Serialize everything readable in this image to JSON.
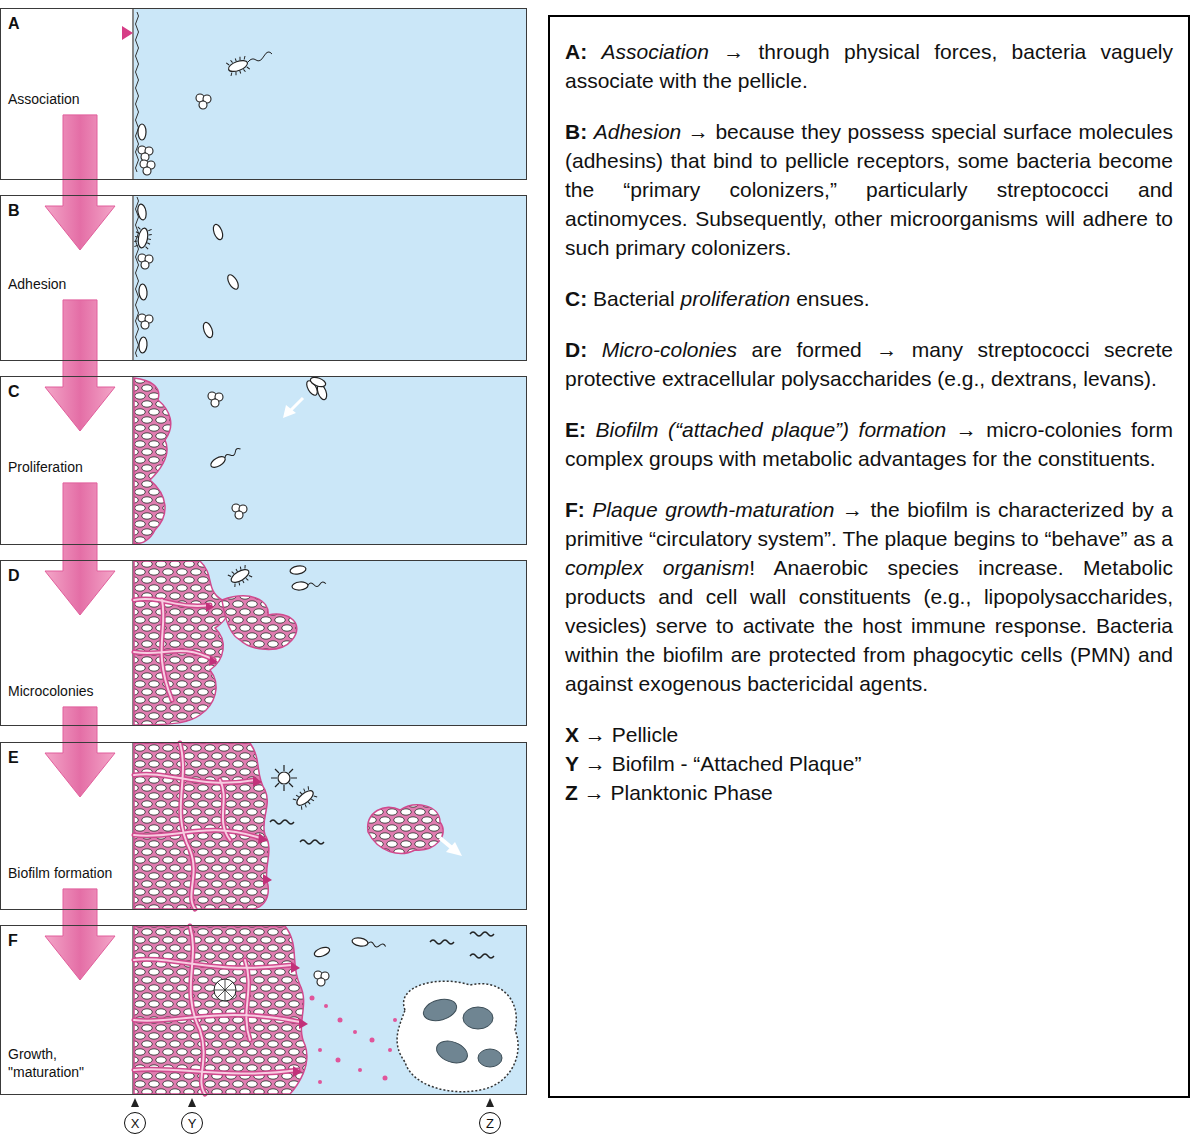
{
  "diagram": {
    "nodes": [
      {
        "text": [
          "A",
          "Association"
        ]
      },
      {
        "text": [
          "B",
          "Adhesion"
        ]
      },
      {
        "text": [
          "C",
          "Proliferation"
        ]
      },
      {
        "text": [
          "D",
          "Microcolonies"
        ]
      },
      {
        "text": [
          "E",
          "Biofilm formation"
        ]
      },
      {
        "text": [
          "F",
          "Growth, \"maturation\""
        ]
      },
      {
        "text": [
          "X"
        ]
      },
      {
        "text": [
          "Y"
        ]
      },
      {
        "text": [
          "Z"
        ]
      },
      {
        "text": [
          "A:",
          "Association",
          "→ through physical forces, bacteria vaguely associate with the pellicle.",
          "B:",
          "Adhesion",
          "→ because they possess special surface molecules (adhesins) that bind to pellicle receptors, some bacteria become the “primary colonizers,” particularly streptococci and actinomyces. Subsequently, other microorganisms will adhere to such primary colonizers.",
          "C:",
          "Bacterial",
          "proliferation",
          "ensues.",
          "D:",
          "Micro-colonies",
          "are formed → many streptococci secrete protective extracellular polysaccharides (e.g., dextrans, levans).",
          "E:",
          "Biofilm (“attached plaque”) formation",
          "→ micro-colonies form complex groups with metabolic advantages for the constituents.",
          "F:",
          "Plaque growth-maturation",
          "→ the biofilm is characterized by a primitive “circulatory system”. The plaque begins to “behave” as a",
          "complex organism",
          "! Anaerobic species increase. Metabolic products and cell wall constituents (e.g., lipopolysaccharides, vesicles) serve to activate the host immune response. Bacteria within the biofilm are protected from phagocytic cells (PMN) and against exogenous bactericidal agents.",
          "X",
          "→ Pellicle",
          "Y",
          "→ Biofilm - “Attached Plaque”",
          "Z",
          "→ Planktonic Phase"
        ]
      }
    ],
    "edges": [
      {
        "from": 0,
        "to": 1,
        "arrow": "to"
      },
      {
        "from": 1,
        "to": 2,
        "arrow": "to"
      },
      {
        "from": 2,
        "to": 3,
        "arrow": "to"
      },
      {
        "from": 3,
        "to": 4,
        "arrow": "to"
      },
      {
        "from": 4,
        "to": 5,
        "arrow": "to"
      }
    ]
  }
}
